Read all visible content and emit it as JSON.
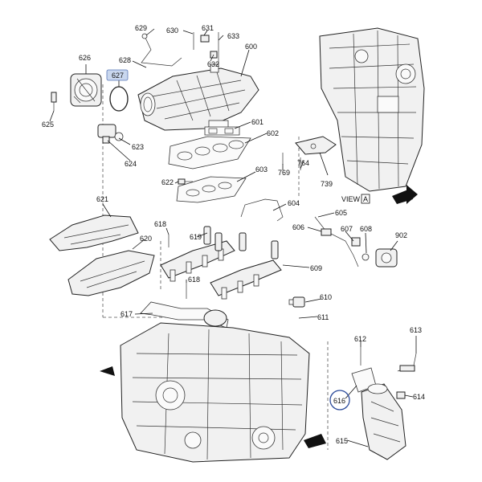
{
  "colors": {
    "stroke": "#222222",
    "highlight_fill": "#c9d7ee",
    "highlight_stroke": "#5a77b8",
    "circle_marker": "#2b4a9a"
  },
  "view_label": "VIEW",
  "view_letter": "A",
  "callouts": {
    "c600": "600",
    "c601": "601",
    "c602": "602",
    "c603": "603",
    "c604": "604",
    "c605": "605",
    "c606": "606",
    "c607": "607",
    "c608": "608",
    "c609": "609",
    "c610": "610",
    "c611": "611",
    "c612": "612",
    "c613": "613",
    "c614": "614",
    "c615": "615",
    "c616": "616",
    "c617": "617",
    "c618a": "618",
    "c618b": "618",
    "c619": "619",
    "c620": "620",
    "c621": "621",
    "c622": "622",
    "c623": "623",
    "c624": "624",
    "c625": "625",
    "c626": "626",
    "c627": "627",
    "c628": "628",
    "c629": "629",
    "c630": "630",
    "c631": "631",
    "c632": "632",
    "c633": "633",
    "c739": "739",
    "c764": "764",
    "c769": "769",
    "c902": "902"
  },
  "highlighted": [
    "627"
  ],
  "circled": [
    "616"
  ]
}
